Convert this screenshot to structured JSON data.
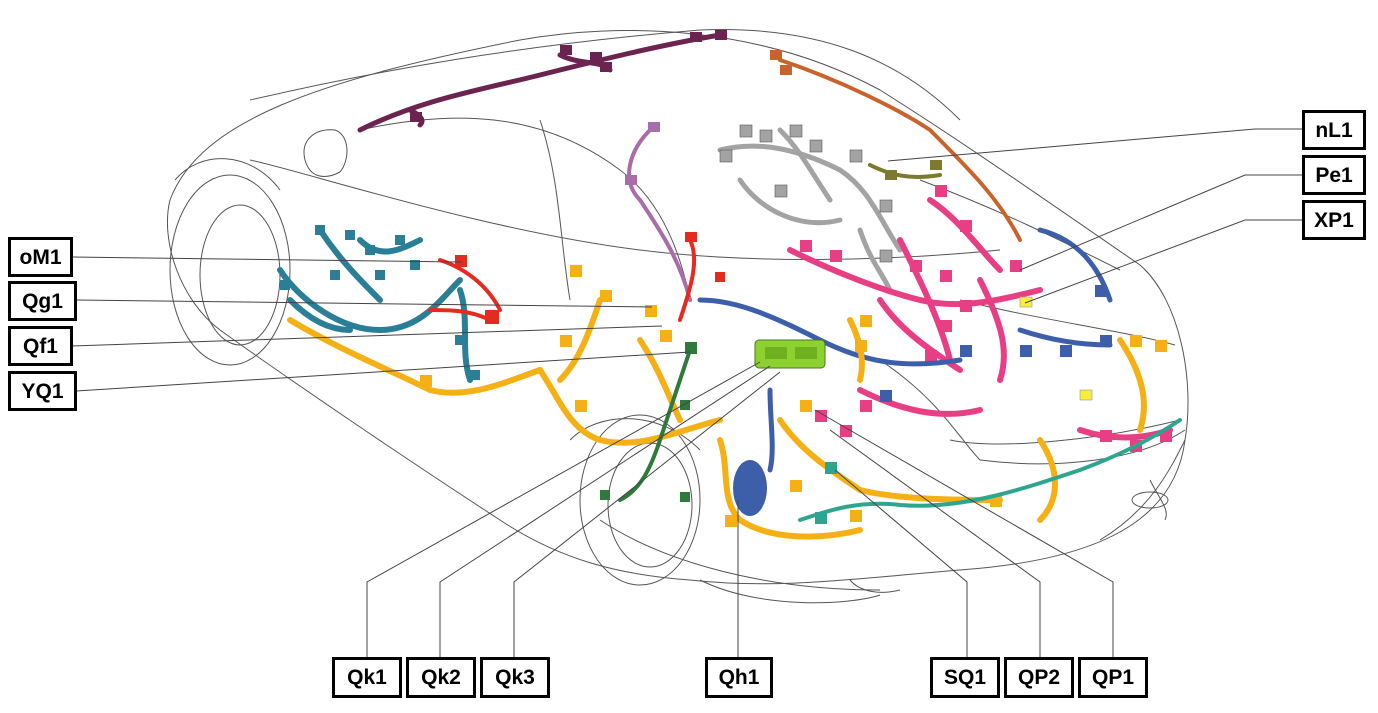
{
  "labels": {
    "oM1": "oM1",
    "Qg1": "Qg1",
    "Qf1": "Qf1",
    "YQ1": "YQ1",
    "nL1": "nL1",
    "Pe1": "Pe1",
    "XP1": "XP1",
    "Qk1": "Qk1",
    "Qk2": "Qk2",
    "Qk3": "Qk3",
    "Qh1": "Qh1",
    "SQ1": "SQ1",
    "QP2": "QP2",
    "QP1": "QP1"
  },
  "harness_colors": {
    "orange": "#f5b016",
    "pink": "#e83f84",
    "teal": "#2a7f96",
    "purple": "#6b2350",
    "gray": "#a3a3a3",
    "blue": "#3d5fa9",
    "red": "#e52a1f",
    "olive": "#7b7a2e",
    "green": "#2f7a3a",
    "lime": "#8cd12f",
    "yellow": "#f6ee38",
    "copper": "#c8632c",
    "mauve": "#a86ca9",
    "mint": "#2ea58f"
  }
}
